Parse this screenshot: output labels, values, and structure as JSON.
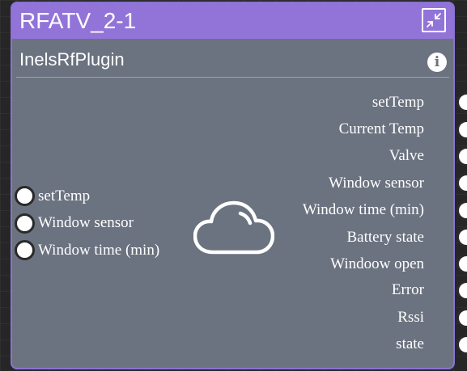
{
  "node": {
    "title": "RFATV_2-1",
    "subtitle": "InelsRfPlugin"
  },
  "icons": {
    "collapse": "collapse-arrows-icon",
    "info": "info-icon",
    "info_glyph": "i",
    "center": "cloud-icon"
  },
  "colors": {
    "header": "#9274d9",
    "body": "#6b7280",
    "port": "#ffffff"
  },
  "inputs": [
    {
      "label": "setTemp"
    },
    {
      "label": "Window sensor"
    },
    {
      "label": "Window time (min)"
    }
  ],
  "outputs": [
    {
      "label": "setTemp"
    },
    {
      "label": "Current Temp"
    },
    {
      "label": "Valve"
    },
    {
      "label": "Window sensor"
    },
    {
      "label": "Window time (min)"
    },
    {
      "label": "Battery state"
    },
    {
      "label": "Windoow open"
    },
    {
      "label": "Error"
    },
    {
      "label": "Rssi"
    },
    {
      "label": "state"
    }
  ]
}
